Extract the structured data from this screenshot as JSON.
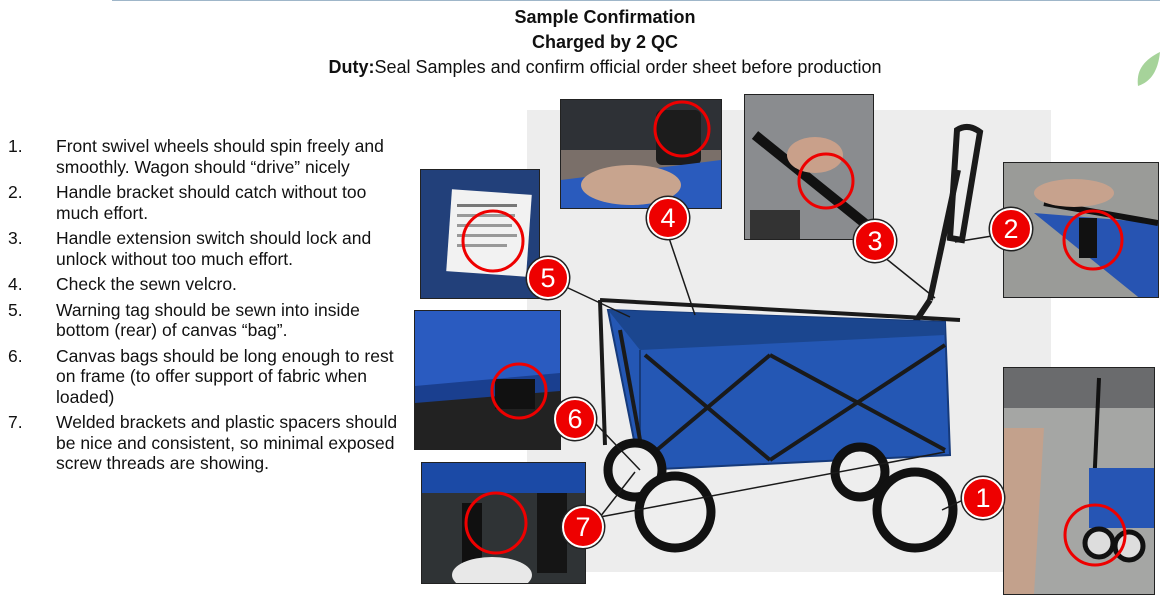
{
  "header": {
    "title": "Sample Confirmation",
    "subtitle": "Charged by 2 QC",
    "duty_label": "Duty:",
    "duty_text": "Seal Samples and confirm official order sheet before production"
  },
  "checklist": [
    {
      "num": "1.",
      "text": "Front swivel wheels should spin freely and smoothly. Wagon should “drive” nicely"
    },
    {
      "num": "2.",
      "text": "Handle bracket should catch without too much effort."
    },
    {
      "num": "3.",
      "text": "Handle extension switch should lock and unlock without too much effort."
    },
    {
      "num": "4.",
      "text": "Check the sewn velcro."
    },
    {
      "num": "5.",
      "text": "Warning tag should be sewn into inside bottom (rear) of canvas “bag”."
    },
    {
      "num": "6.",
      "text": "Canvas bags should be long enough to rest on frame (to offer support of fabric when loaded)"
    },
    {
      "num": "7.",
      "text": "Welded brackets and plastic spacers should be nice and consistent, so minimal exposed screw threads are showing."
    }
  ],
  "callouts": [
    "1",
    "2",
    "3",
    "4",
    "5",
    "6",
    "7"
  ],
  "colors": {
    "callout": "#e00000",
    "wagon": "#1f4fa8",
    "frame": "#1a1a1a"
  }
}
